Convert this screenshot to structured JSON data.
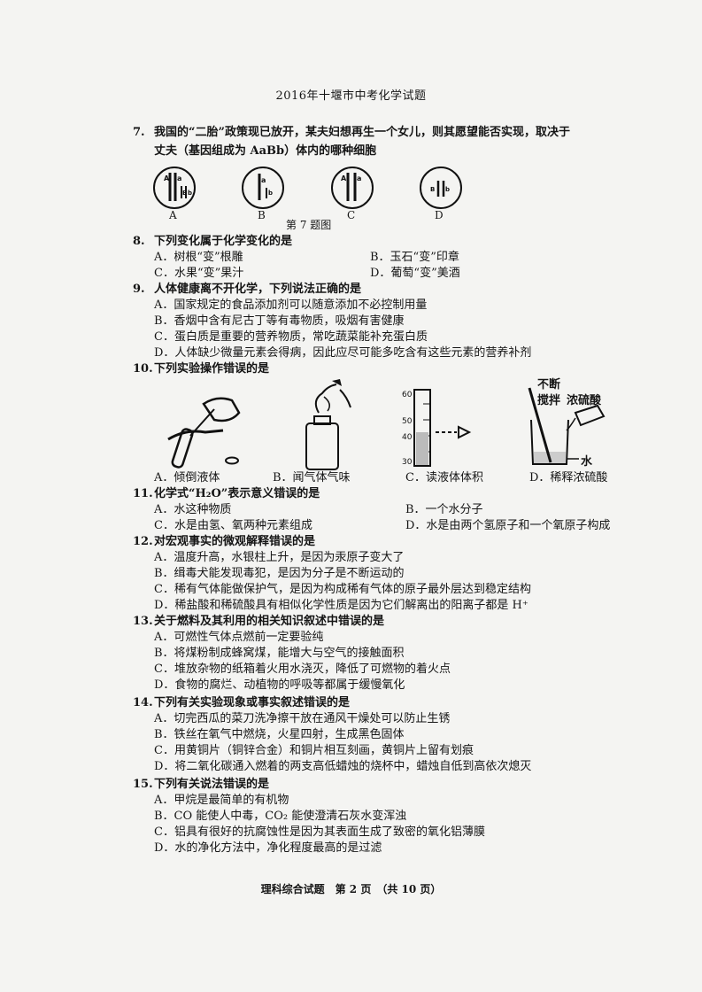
{
  "header": {
    "title": "2016年十堰市中考化学试题"
  },
  "q7": {
    "num": "7.",
    "line1": "我国的“二胎”政策现已放开，某夫妇想再生一个女儿，则其愿望能否实现，取决于",
    "line2": "丈夫（基因组成为 AaBb）体内的哪种细胞",
    "cells": [
      {
        "letter": "A",
        "marks": "A|a B|b"
      },
      {
        "letter": "B",
        "marks": "a b"
      },
      {
        "letter": "C",
        "marks": "A a"
      },
      {
        "letter": "D",
        "marks": "B b"
      }
    ],
    "caption": "第 7 题图"
  },
  "q8": {
    "num": "8.",
    "stem": "下列变化属于化学变化的是",
    "A": "A．树根“变”根雕",
    "B": "B．玉石“变”印章",
    "C": "C．水果“变”果汁",
    "D": "D．葡萄“变”美酒"
  },
  "q9": {
    "num": "9.",
    "stem": "人体健康离不开化学，下列说法正确的是",
    "A": "A．国家规定的食品添加剂可以随意添加不必控制用量",
    "B": "B．香烟中含有尼古丁等有毒物质，吸烟有害健康",
    "C": "C．蛋白质是重要的营养物质，常吃蔬菜能补充蛋白质",
    "D": "D．人体缺少微量元素会得病，因此应尽可能多吃含有这些元素的营养补剂"
  },
  "q10": {
    "num": "10.",
    "stem": "下列实验操作错误的是",
    "A": "A．倾倒液体",
    "B": "B．闻气体气味",
    "C": "C．读液体体积",
    "D": "D．稀释浓硫酸",
    "cyl_top": "60",
    "cyl_mid": "50",
    "cyl_low": "40",
    "cyl_bottom": "30",
    "label_stir": "不断",
    "label_stir2": "搅拌",
    "label_acid": "浓硫酸",
    "label_water": "水"
  },
  "q11": {
    "num": "11.",
    "stem": "化学式“H₂O”表示意义错误的是",
    "A": "A．水这种物质",
    "B": "B．一个水分子",
    "C": "C．水是由氢、氧两种元素组成",
    "D": "D．水是由两个氢原子和一个氧原子构成"
  },
  "q12": {
    "num": "12.",
    "stem": "对宏观事实的微观解释错误的是",
    "A": "A．温度升高，水银柱上升，是因为汞原子变大了",
    "B": "B．缉毒犬能发现毒犯，是因为分子是不断运动的",
    "C": "C．稀有气体能做保护气，是因为构成稀有气体的原子最外层达到稳定结构",
    "D": "D．稀盐酸和稀硫酸具有相似化学性质是因为它们解离出的阳离子都是 H⁺"
  },
  "q13": {
    "num": "13.",
    "stem": "关于燃料及其利用的相关知识叙述中错误的是",
    "A": "A．可燃性气体点燃前一定要验纯",
    "B": "B．将煤粉制成蜂窝煤，能增大与空气的接触面积",
    "C": "C．堆放杂物的纸箱着火用水浇灭，降低了可燃物的着火点",
    "D": "D．食物的腐烂、动植物的呼吸等都属于缓慢氧化"
  },
  "q14": {
    "num": "14.",
    "stem": "下列有关实验现象或事实叙述错误的是",
    "A": "A．切完西瓜的菜刀洗净擦干放在通风干燥处可以防止生锈",
    "B": "B．铁丝在氧气中燃烧，火星四射，生成黑色固体",
    "C": "C．用黄铜片（铜锌合金）和铜片相互刻画，黄铜片上留有划痕",
    "D": "D．将二氧化碳通入燃着的两支高低蜡烛的烧杯中，蜡烛自低到高依次熄灭"
  },
  "q15": {
    "num": "15.",
    "stem": "下列有关说法错误的是",
    "A": "A．甲烷是最简单的有机物",
    "B": "B．CO 能使人中毒，CO₂ 能使澄清石灰水变浑浊",
    "C": "C．铝具有很好的抗腐蚀性是因为其表面生成了致密的氧化铝薄膜",
    "D": "D．水的净化方法中，净化程度最高的是过滤"
  },
  "footer": {
    "text": "理科综合试题　第 2 页　（共 10 页）"
  }
}
